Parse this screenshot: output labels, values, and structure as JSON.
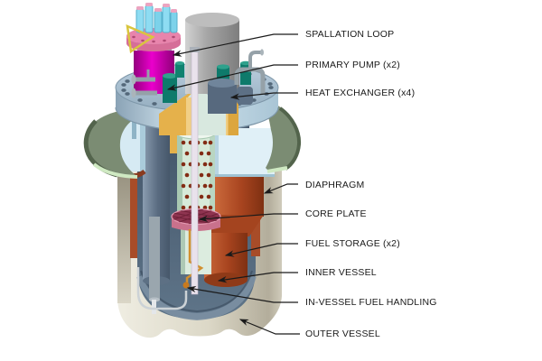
{
  "figure": {
    "callouts": [
      {
        "part": "spallation-loop",
        "label": "SPALLATION LOOP"
      },
      {
        "part": "primary-pump",
        "label": "PRIMARY PUMP (x2)"
      },
      {
        "part": "heat-exchanger",
        "label": "HEAT EXCHANGER (x4)"
      },
      {
        "part": "diaphragm",
        "label": "DIAPHRAGM"
      },
      {
        "part": "core-plate",
        "label": "CORE PLATE"
      },
      {
        "part": "fuel-storage",
        "label": "FUEL STORAGE (x2)"
      },
      {
        "part": "inner-vessel",
        "label": "INNER VESSEL"
      },
      {
        "part": "in-vessel-fuel-handling",
        "label": "IN-VESSEL FUEL HANDLING"
      },
      {
        "part": "outer-vessel",
        "label": "OUTER VESSEL"
      }
    ],
    "colors": {
      "label_text": "#1a1a1a",
      "leader_line": "#1a1a1a",
      "lid_green": "#7b8c73",
      "lid_edge_mint": "#cfe9c2",
      "deck_blue": "#b0c6d6",
      "vessel_cream": "#ddd9c9",
      "interior_slate": "#52677c",
      "diaphragm_red": "#a8441f",
      "spallation_magenta": "#d400b8",
      "pump_teal": "#0e7a6b",
      "hx_pale_blue": "#d6eaf3",
      "core_plate_pink": "#c9718c",
      "core_barrel_mint": "#d7ead9",
      "amber_insulation": "#e5b14b",
      "fuel_handling_orange": "#d29030",
      "gray_cylinder": "#a6a6a6",
      "cyan_pipe": "#8edcf2"
    }
  }
}
